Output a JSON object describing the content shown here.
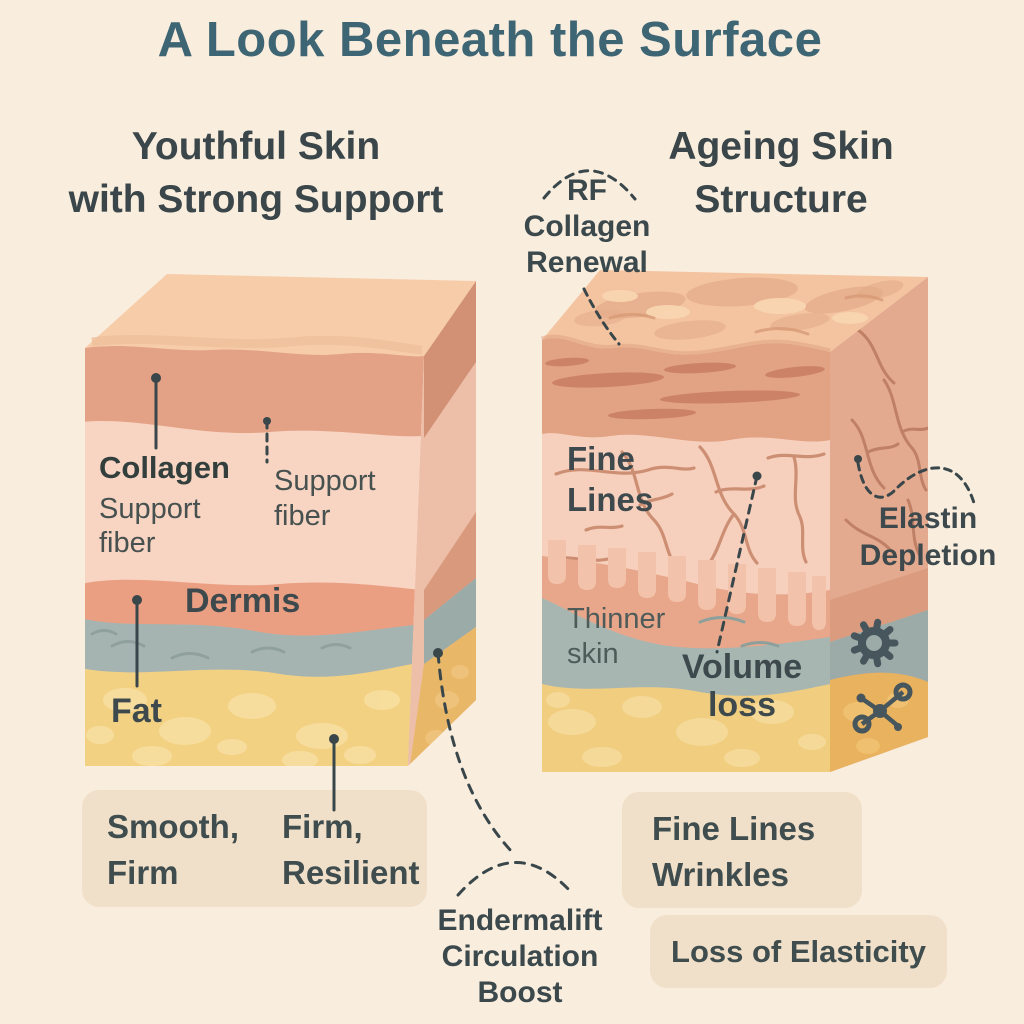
{
  "title": "A Look Beneath the Surface",
  "left_panel": {
    "heading_line1": "Youthful Skin",
    "heading_line2": "with Strong Support",
    "labels": {
      "collagen": "Collagen",
      "collagen_sub1": "Support",
      "collagen_sub2": "fiber",
      "support_fiber_line1": "Support",
      "support_fiber_line2": "fiber",
      "dermis": "Dermis",
      "fat": "Fat"
    },
    "result_box": {
      "col1_line1": "Smooth,",
      "col1_line2": "Firm",
      "col2_line1": "Firm,",
      "col2_line2": "Resilient"
    }
  },
  "center": {
    "rf_line1": "RF",
    "rf_line2": "Collagen",
    "rf_line3": "Renewal",
    "endermalift_line1": "Endermalift",
    "endermalift_line2": "Circulation",
    "endermalift_line3": "Boost"
  },
  "right_panel": {
    "heading_line1": "Ageing Skin",
    "heading_line2": "Structure",
    "labels": {
      "fine_lines_line1": "Fine",
      "fine_lines_line2": "Lines",
      "thinner_line1": "Thinner",
      "thinner_line2": "skin",
      "volume_line1": "Volume",
      "volume_line2": "loss",
      "elastin_line1": "Elastin",
      "elastin_line2": "Depletion"
    },
    "result_box1": {
      "line1": "Fine Lines",
      "line2": "Wrinkles"
    },
    "result_box2": {
      "text": "Loss of Elasticity"
    }
  },
  "icons": {
    "gear": "gear-icon",
    "molecule": "molecule-icon"
  },
  "colors": {
    "background": "#f9edde",
    "title": "#3e6573",
    "text": "#3d494c",
    "muted_text": "#4e5b59",
    "box_background": "#f1e0c9",
    "annotation_line": "#39464a",
    "icon": "#46565c",
    "layers": {
      "top_face": "#f7cca8",
      "aged_top_face": "#f4c4a0",
      "epidermis": "#e3a285",
      "dermis_light": "#f8d4c2",
      "dermis_deep": "#eb9f82",
      "subcutis_gray": "#a6b4b1",
      "fat_yellow": "#f3d183",
      "aged_fat": "#f1cd80",
      "side_orange": "#e9b25e",
      "crack_line": "#cc8f74"
    }
  }
}
